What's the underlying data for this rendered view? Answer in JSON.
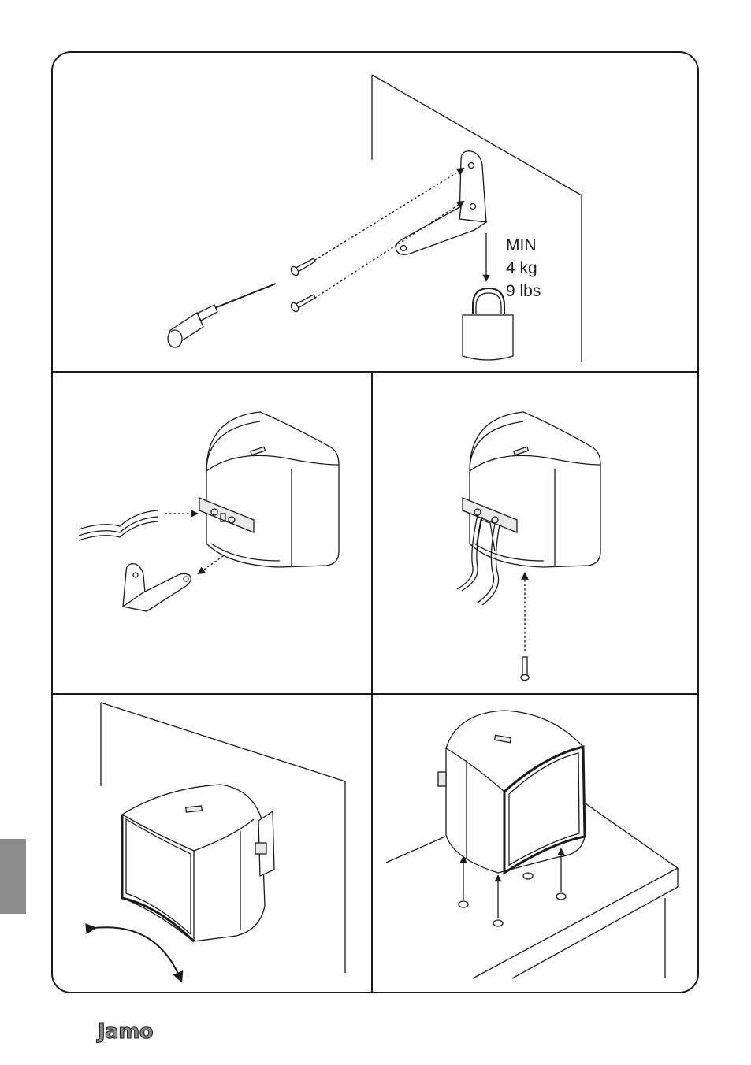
{
  "page": {
    "step1": {
      "weight_label": [
        "MIN",
        "4 kg",
        "9 lbs"
      ]
    },
    "footer": {
      "brand_logo": "Jamo",
      "side_tab_color": "#8c8c8c"
    }
  }
}
